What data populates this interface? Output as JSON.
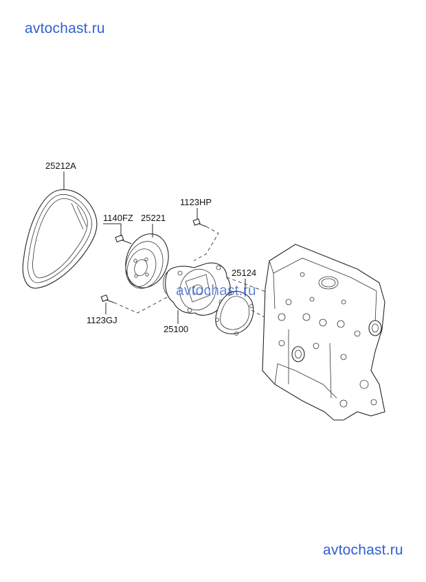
{
  "watermarks": {
    "top": "avtochast.ru",
    "middle": "avtochast.ru",
    "bottom": "avtochast.ru"
  },
  "parts": {
    "belt": "25212A",
    "pulley_bolt": "1140FZ",
    "pulley": "25221",
    "bolt_upper": "1123HP",
    "gasket": "25124",
    "bolt_lower": "1123GJ",
    "water_pump": "25100"
  },
  "colors": {
    "watermark": "#2f5fd0",
    "line": "#222222"
  }
}
